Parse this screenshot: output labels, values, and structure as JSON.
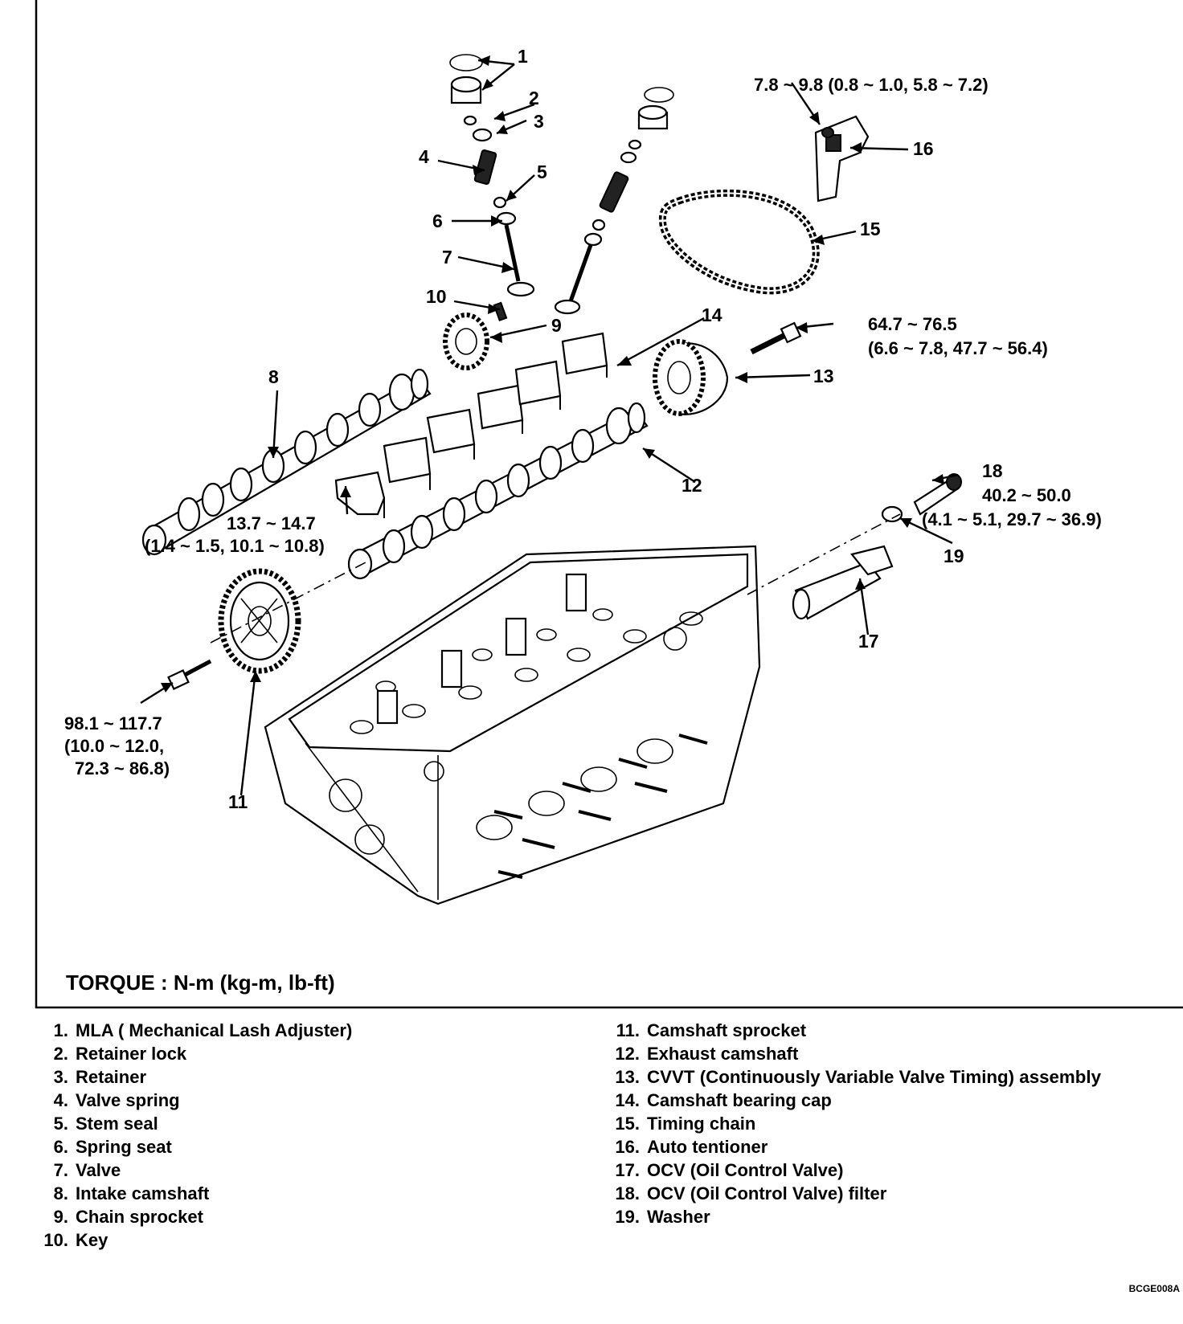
{
  "diagram": {
    "callouts": {
      "c1": "1",
      "c2": "2",
      "c3": "3",
      "c4": "4",
      "c5": "5",
      "c6": "6",
      "c7": "7",
      "c8": "8",
      "c9": "9",
      "c10": "10",
      "c11": "11",
      "c12": "12",
      "c13": "13",
      "c14": "14",
      "c15": "15",
      "c16": "16",
      "c17": "17",
      "c18": "18",
      "c19": "19"
    },
    "torque": {
      "tensioner_1": "7.8 ~ 9.8 (0.8 ~ 1.0, 5.8 ~ 7.2)",
      "cvvt_1": "64.7 ~ 76.5",
      "cvvt_2": "(6.6 ~ 7.8, 47.7 ~ 56.4)",
      "cap_1": "13.7 ~ 14.7",
      "cap_2": "(1.4 ~ 1.5, 10.1 ~ 10.8)",
      "ocv_1": "40.2 ~ 50.0",
      "ocv_2": "(4.1 ~ 5.1, 29.7 ~ 36.9)",
      "sprocket_1": "98.1 ~ 117.7",
      "sprocket_2": "(10.0 ~ 12.0,",
      "sprocket_3": "72.3 ~ 86.8)"
    },
    "torque_unit": "TORQUE : N-m (kg-m, lb-ft)"
  },
  "legend": {
    "left": [
      {
        "num": "1.",
        "text": "MLA ( Mechanical Lash Adjuster)"
      },
      {
        "num": "2.",
        "text": "Retainer lock"
      },
      {
        "num": "3.",
        "text": "Retainer"
      },
      {
        "num": "4.",
        "text": "Valve spring"
      },
      {
        "num": "5.",
        "text": "Stem seal"
      },
      {
        "num": "6.",
        "text": "Spring seat"
      },
      {
        "num": "7.",
        "text": "Valve"
      },
      {
        "num": "8.",
        "text": "Intake camshaft"
      },
      {
        "num": "9.",
        "text": "Chain sprocket"
      },
      {
        "num": "10.",
        "text": "Key"
      }
    ],
    "right": [
      {
        "num": "11.",
        "text": "Camshaft sprocket"
      },
      {
        "num": "12.",
        "text": "Exhaust camshaft"
      },
      {
        "num": "13.",
        "text": "CVVT (Continuously Variable Valve Timing) assembly"
      },
      {
        "num": "14.",
        "text": "Camshaft bearing cap"
      },
      {
        "num": "15.",
        "text": "Timing chain"
      },
      {
        "num": "16.",
        "text": "Auto tentioner"
      },
      {
        "num": "17.",
        "text": "OCV (Oil Control Valve)"
      },
      {
        "num": "18.",
        "text": "OCV (Oil Control Valve) filter"
      },
      {
        "num": "19.",
        "text": "Washer"
      }
    ]
  },
  "figure_code": "BCGE008A"
}
